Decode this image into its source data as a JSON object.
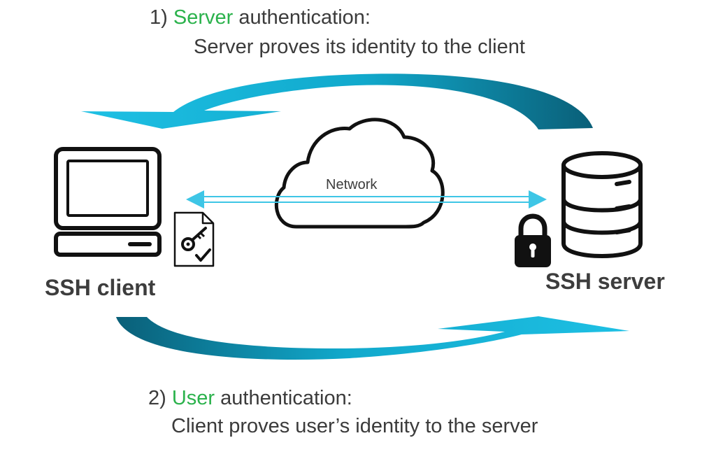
{
  "step1": {
    "number": "1)",
    "keyword": "Server",
    "title_rest": "authentication:",
    "description": "Server proves its identity to the client"
  },
  "step2": {
    "number": "2)",
    "keyword": "User",
    "title_rest": "authentication:",
    "description": "Client proves user’s identity to the server"
  },
  "nodes": {
    "client_label": "SSH client",
    "server_label": "SSH server",
    "network_label": "Network"
  },
  "icons": {
    "client": "computer-monitor-icon",
    "certificate": "key-certificate-icon",
    "network": "cloud-icon",
    "server": "database-server-icon",
    "lock": "padlock-icon"
  },
  "colors": {
    "accent_green": "#2bb24c",
    "arrow_teal": "#13b5d8",
    "arrow_dark": "#0c6d86",
    "line_cyan": "#3ec6e6",
    "icon_stroke": "#111111"
  }
}
